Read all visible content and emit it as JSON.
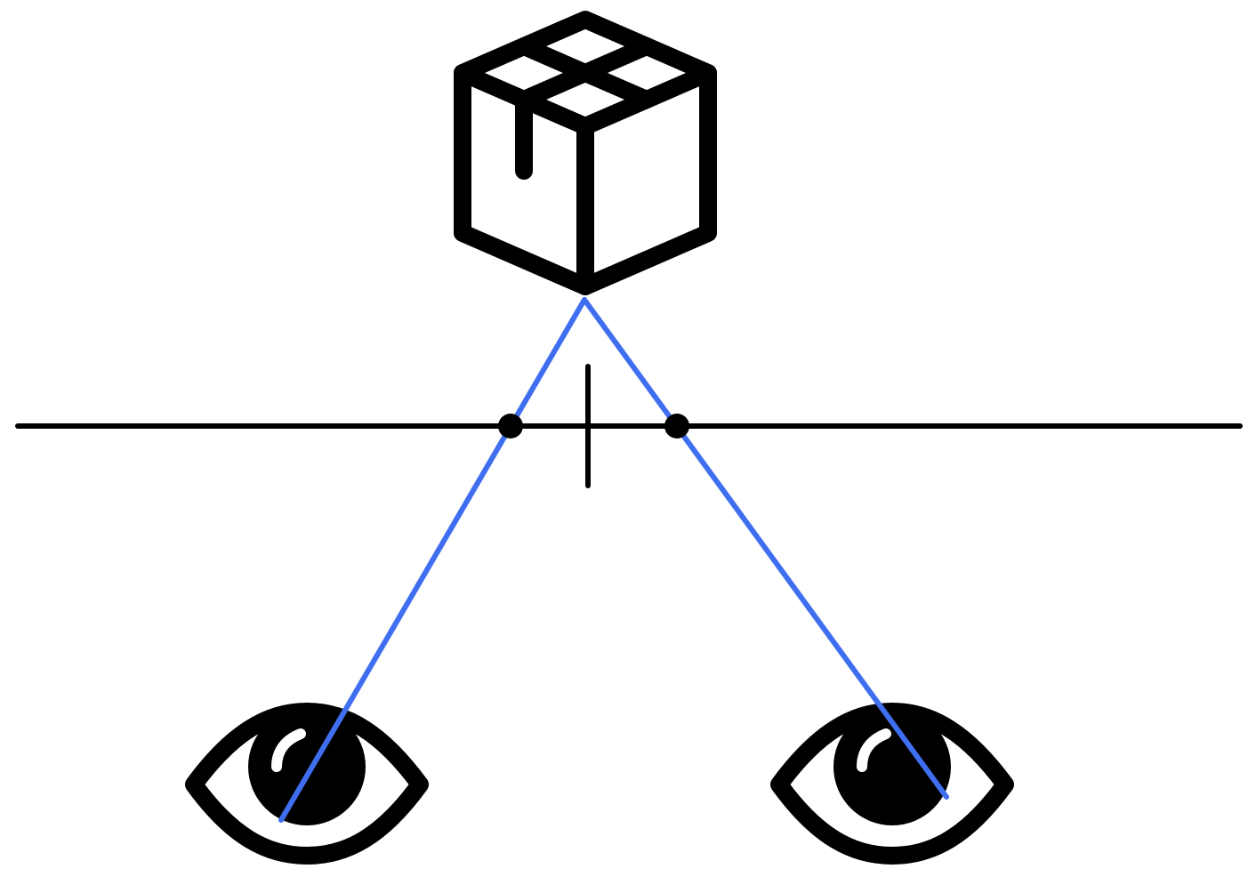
{
  "diagram": {
    "title": "",
    "colors": {
      "background": "#ffffff",
      "ink": "#000000",
      "sight_line": "#3f6ff0"
    },
    "elements": {
      "object_icon": "package-box-icon",
      "left_viewer_icon": "eye-icon",
      "right_viewer_icon": "eye-icon",
      "screen": "horizontal-line",
      "screen_center": "vertical-tick",
      "projection_points": "dot"
    }
  }
}
